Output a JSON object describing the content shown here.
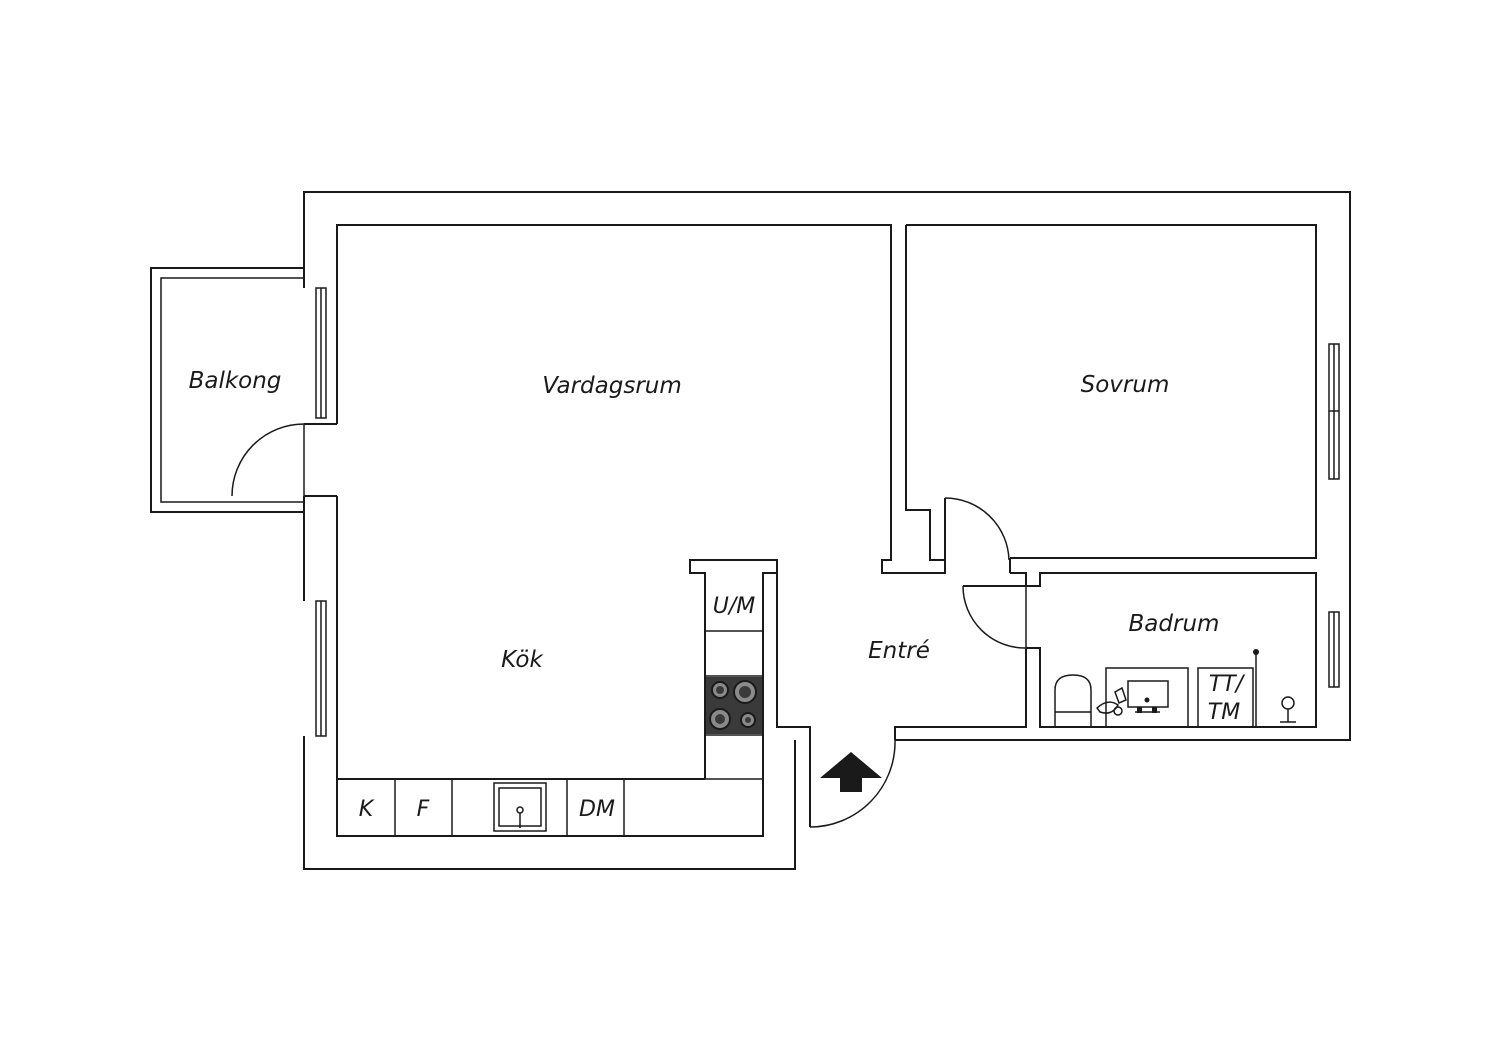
{
  "rooms": {
    "balcony": "Balkong",
    "living_room": "Vardagsrum",
    "bedroom": "Sovrum",
    "kitchen": "Kök",
    "hall": "Entré",
    "bathroom": "Badrum"
  },
  "appliances": {
    "oven_microwave": "U/M",
    "fridge": "K",
    "freezer": "F",
    "dishwasher": "DM",
    "washer_dryer_line1": "TT/",
    "washer_dryer_line2": "TM"
  },
  "icons": {
    "entrance": "entrance-arrow-icon",
    "stove": "stove-icon",
    "sink": "sink-icon",
    "toilet": "toilet-icon",
    "washbasin": "washbasin-icon",
    "shower": "shower-icon"
  },
  "colors": {
    "line": "#1a1a1a",
    "background": "#ffffff",
    "stove": "#3a3a3a"
  }
}
